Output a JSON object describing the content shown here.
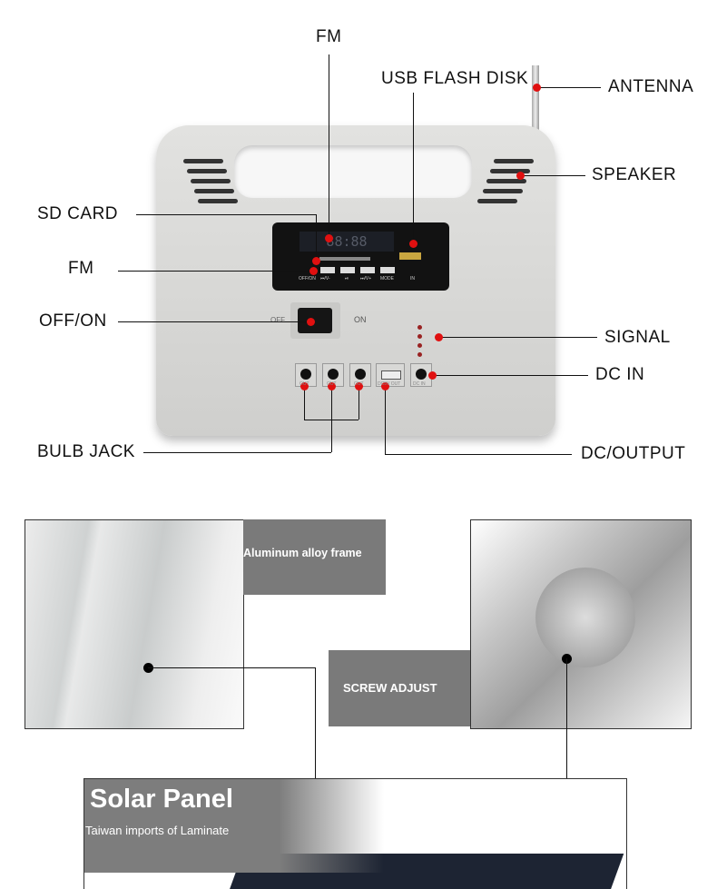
{
  "callouts": {
    "fm_top": "FM",
    "usb_flash_disk": "USB FLASH DISK",
    "antenna": "ANTENNA",
    "speaker": "SPEAKER",
    "sd_card": "SD CARD",
    "fm_left": "FM",
    "off_on": "OFF/ON",
    "signal": "SIGNAL",
    "dc_in": "DC IN",
    "bulb_jack": "BULB JACK",
    "dc_output": "DC/OUTPUT"
  },
  "device": {
    "display": "88:88",
    "buttons": [
      "OFF/ON",
      "⏮/V-",
      "⏯",
      "⏭/V+",
      "MODE"
    ],
    "usb_in": "IN",
    "switch_off": "OFF",
    "switch_on": "ON",
    "jacks": [
      "OUT",
      "OUT",
      "OUT",
      "DC5V OUT",
      "DC IN"
    ]
  },
  "details": {
    "frame_label": "Aluminum alloy frame",
    "screw_label": "SCREW ADJUST",
    "solar_title": "Solar Panel",
    "solar_subtitle": "Taiwan imports of Laminate"
  },
  "colors": {
    "marker": "#e01010",
    "label_bg": "#7a7a7a"
  }
}
